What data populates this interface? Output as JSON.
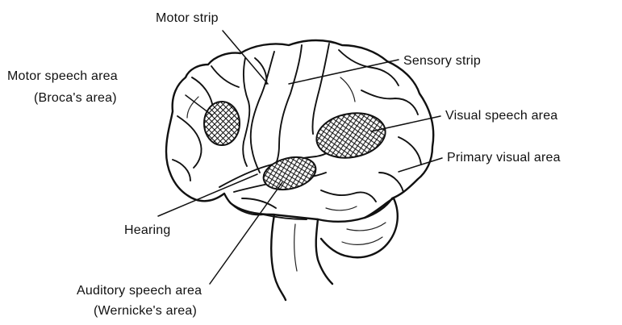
{
  "diagram": {
    "labels": {
      "motor_strip": "Motor strip",
      "sensory_strip": "Sensory strip",
      "motor_speech_area": "Motor speech area",
      "broca": "(Broca's area)",
      "visual_speech_area": "Visual speech area",
      "primary_visual_area": "Primary visual area",
      "hearing": "Hearing",
      "auditory_speech_area": "Auditory speech area",
      "wernicke": "(Wernicke's area)"
    }
  }
}
